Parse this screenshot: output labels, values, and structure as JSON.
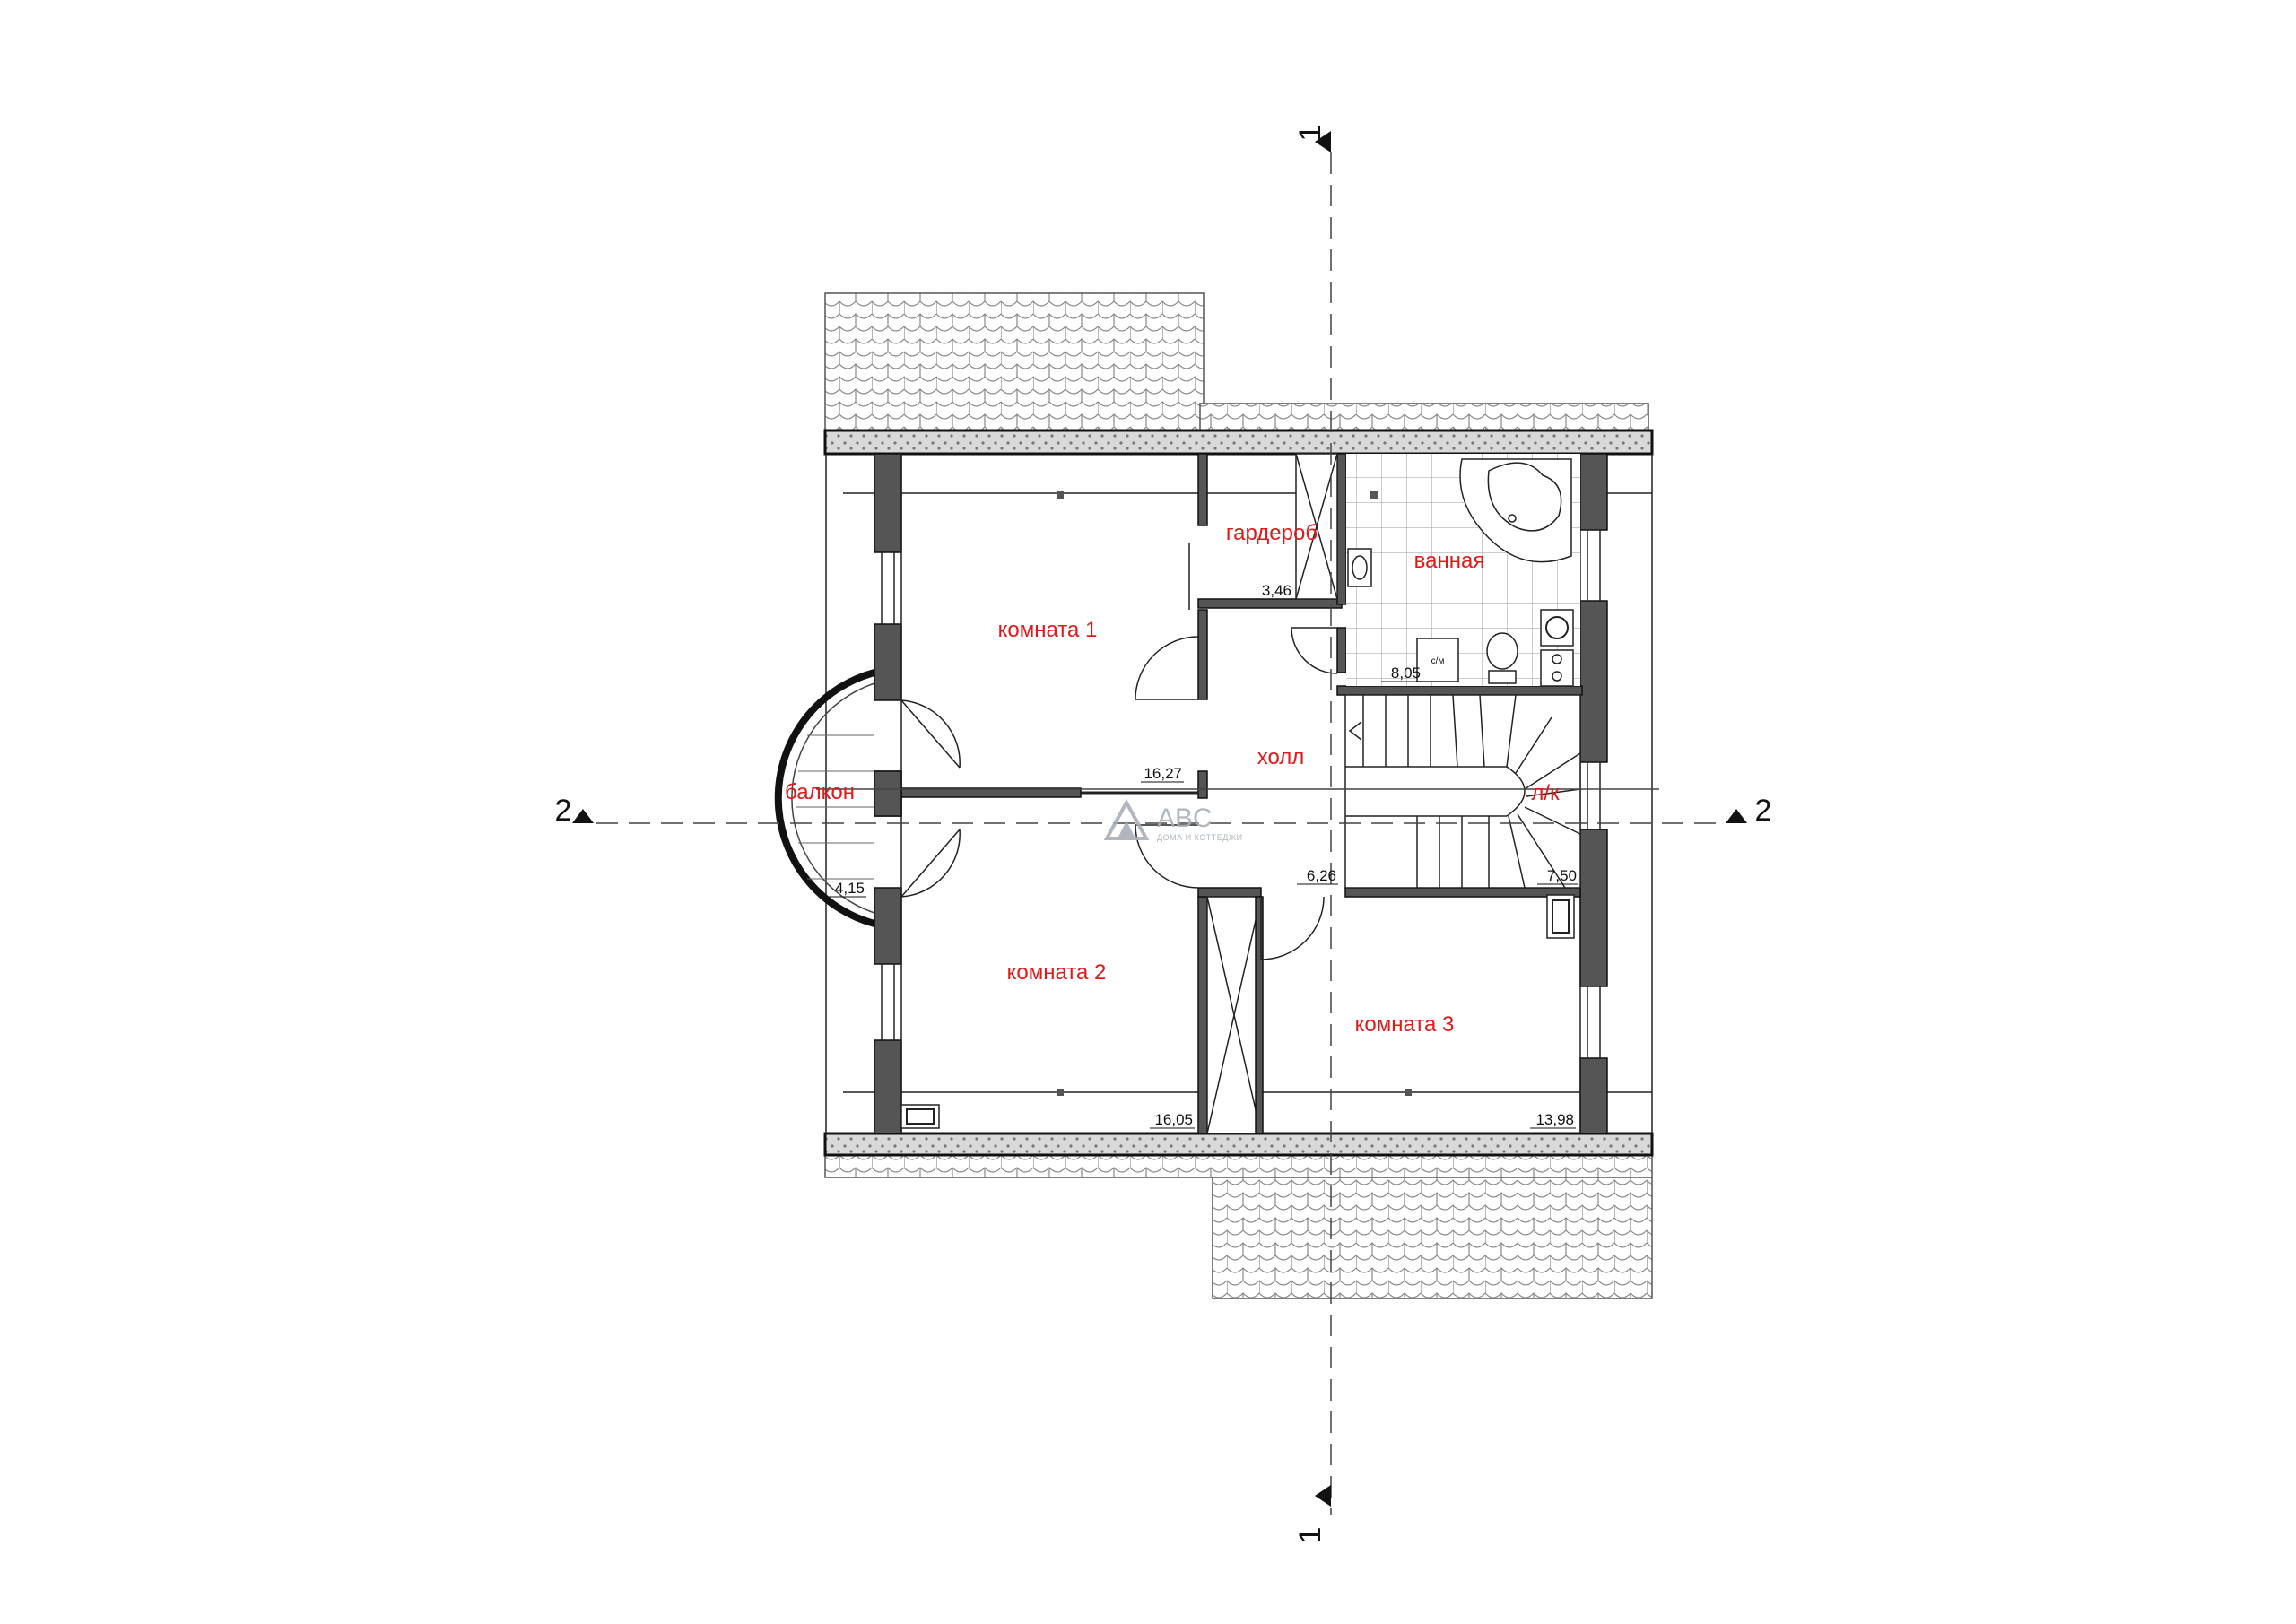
{
  "plan": {
    "rooms": [
      {
        "name": "комната 1",
        "area": "16,27"
      },
      {
        "name": "комната 2",
        "area": "16,05"
      },
      {
        "name": "комната 3",
        "area": "13,98"
      },
      {
        "name": "гардероб",
        "area": "3,46"
      },
      {
        "name": "ванная",
        "area": "8,05"
      },
      {
        "name": "холл",
        "area": "6,26"
      },
      {
        "name": "л/к",
        "area": "7,50"
      },
      {
        "name": "балкон",
        "area": "4,15"
      }
    ],
    "fixture_labels": {
      "washer": "с/м"
    },
    "section_marks": {
      "vertical": "1",
      "horizontal": "2"
    }
  },
  "logo": {
    "text": "ABC",
    "subtitle": "ДОМА И КОТТЕДЖИ"
  },
  "colors": {
    "room_label": "#e11919",
    "wall": "#555555",
    "logo": "#a9afb9"
  }
}
